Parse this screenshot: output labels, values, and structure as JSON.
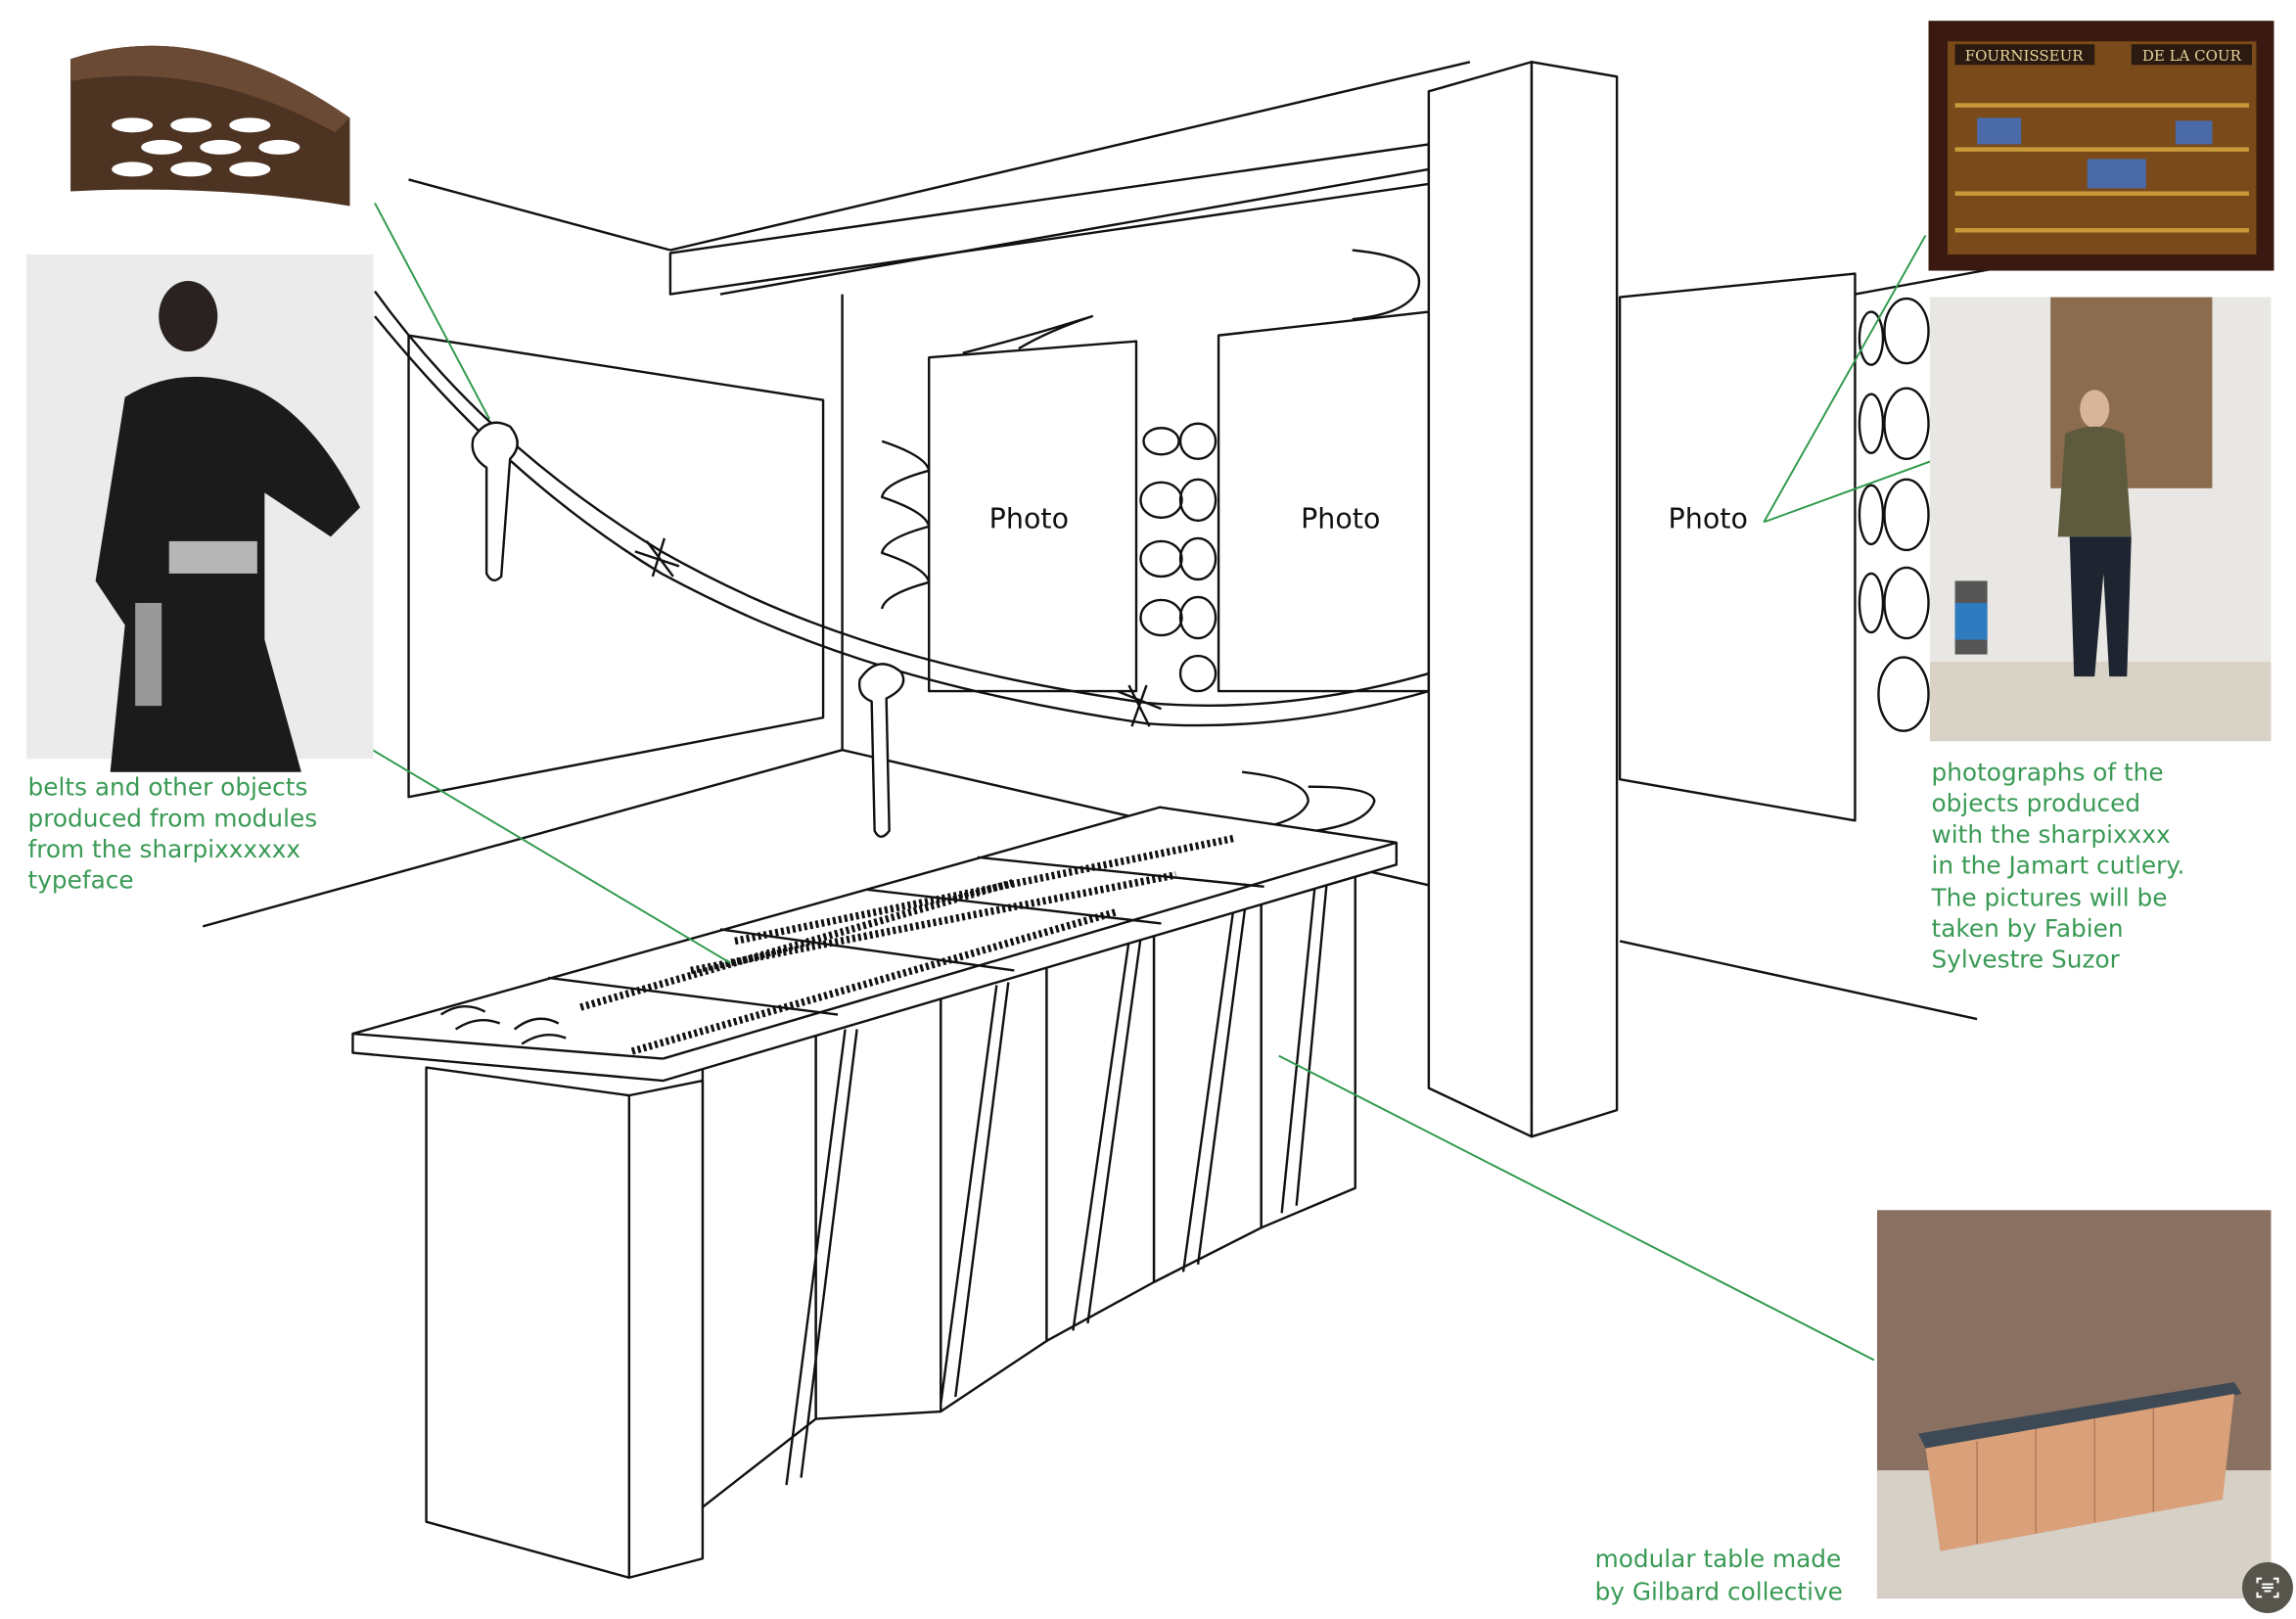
{
  "labels": {
    "belts": [
      "belts and other objects",
      "produced from modules",
      "from the sharpixxxxxx",
      "typeface"
    ],
    "photographs": [
      "photographs of the",
      "objects produced",
      "with the sharpixxxx",
      "in the Jamart cutlery.",
      "The pictures will be",
      "taken by Fabien",
      "Sylvestre Suzor"
    ],
    "table": [
      "modular table made",
      "by Gilbard collective"
    ]
  },
  "photo_panels": [
    "Photo",
    "Photo",
    "Photo"
  ],
  "shop_sign": [
    "FOURNISSEUR",
    "DE LA COUR"
  ],
  "colors": {
    "accent_green": "#3a9a55",
    "leader_green": "#2f9a4c",
    "fab": "#57544c"
  },
  "fab_icon": "scan-text-icon"
}
